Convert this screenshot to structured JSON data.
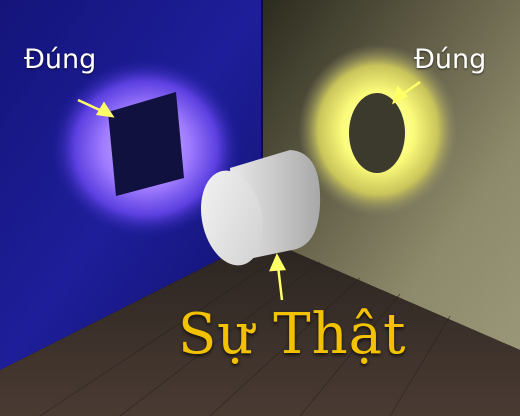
{
  "scene": {
    "left_label": "Đúng",
    "right_label": "Đúng",
    "caption": "Sự Thật",
    "left_shadow_shape": "square",
    "right_shadow_shape": "circle",
    "object": "cylinder",
    "colors": {
      "left_wall": "#1a1a8e",
      "right_wall": "#6e6a50",
      "left_glow": "#8a5cff",
      "right_glow": "#ffff66",
      "floor": "#3a2f2a",
      "caption": "#f2c200",
      "label_text": "#ffffff",
      "arrow": "#ffff66"
    }
  }
}
